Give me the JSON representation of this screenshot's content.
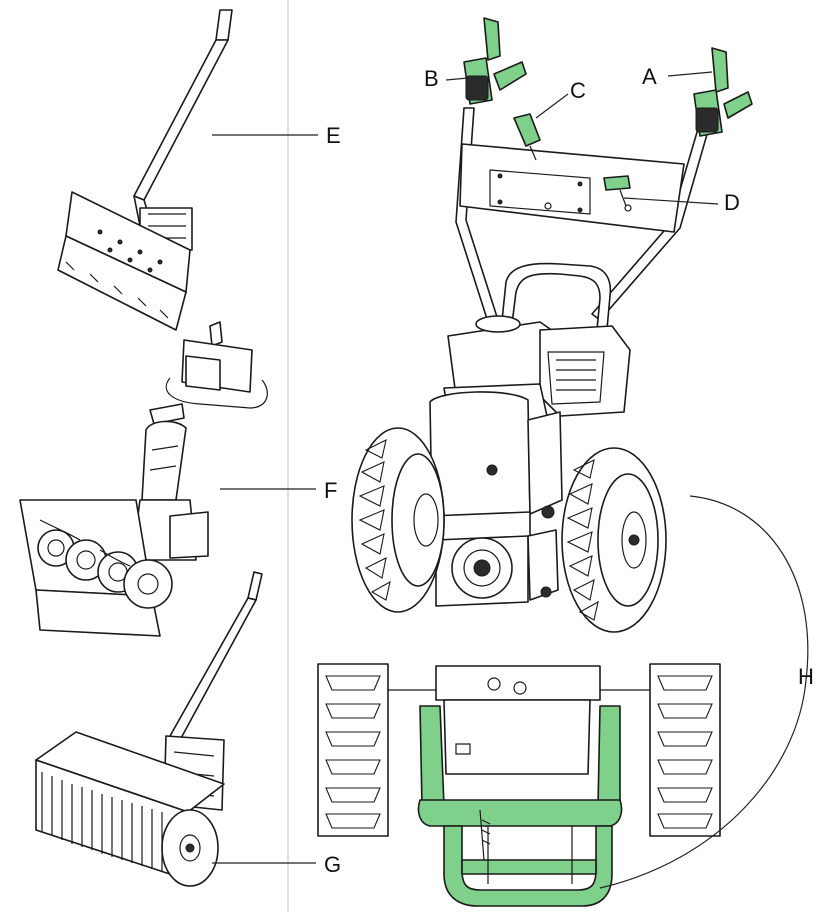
{
  "colors": {
    "accent_green": "#7ed08a",
    "line": "#1a1a1a",
    "background": "#ffffff"
  },
  "labels": {
    "a": "A",
    "b": "B",
    "c": "C",
    "d": "D",
    "e": "E",
    "f": "F",
    "g": "G",
    "h": "H"
  }
}
